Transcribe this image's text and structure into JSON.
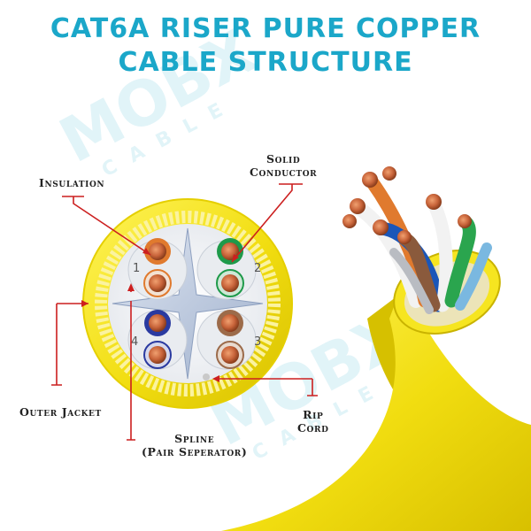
{
  "title": {
    "line1": "CAT6A RISER PURE COPPER",
    "line2": "CABLE STRUCTURE"
  },
  "watermark": {
    "text": "MOBX",
    "subtext": "CABLE"
  },
  "labels": {
    "insulation": "Insulation",
    "solid_conductor_line1": "Solid",
    "solid_conductor_line2": "Conductor",
    "outer_jacket": "Outer Jacket",
    "rip_cord_line1": "Rip",
    "rip_cord_line2": "Cord",
    "spline_line1": "Spline",
    "spline_line2": "(Pair Seperator)"
  },
  "pairs": [
    {
      "number": "1",
      "color": "#e07a2e"
    },
    {
      "number": "2",
      "color": "#1e9a4a"
    },
    {
      "number": "3",
      "color": "#9c6b4a"
    },
    {
      "number": "4",
      "color": "#2a3aa0"
    }
  ],
  "colors": {
    "title": "#1ba7c9",
    "jacket": "#f5e61c",
    "leader": "#cc1f1f",
    "copper": "#c8643a"
  }
}
